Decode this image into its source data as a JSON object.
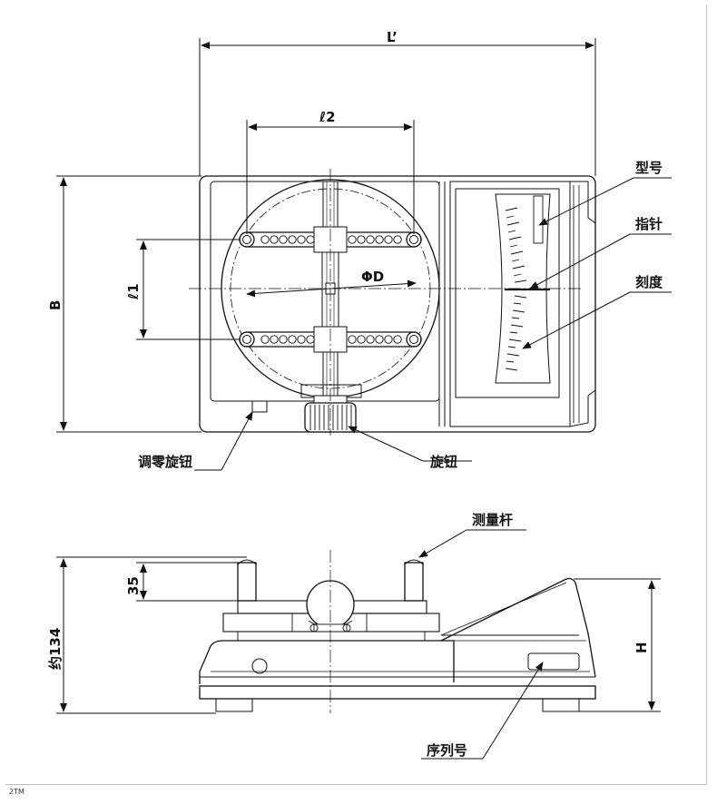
{
  "dimensions": {
    "length": "L’",
    "spacing_horizontal": "ℓ2",
    "spacing_vertical": "ℓ1",
    "diameter": "ΦD",
    "depth": "B",
    "rod_height": "35",
    "total_height": "约134",
    "height": "H"
  },
  "callouts": {
    "model": "型号",
    "pointer": "指针",
    "scale": "刻度",
    "zero_knob": "调零旋钮",
    "knob": "旋钮",
    "rod": "测量杆",
    "serial": "序列号"
  },
  "footer": "2TM"
}
